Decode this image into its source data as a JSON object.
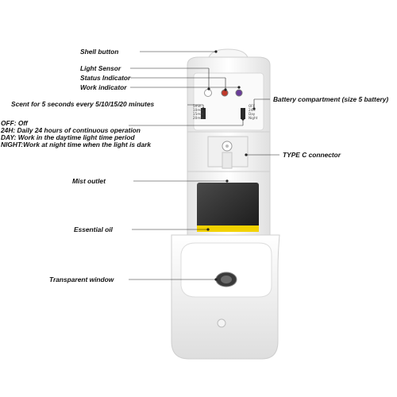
{
  "labels": {
    "shell_button": "Shell button",
    "light_sensor": "Light Sensor",
    "status_indicator": "Status Indicator",
    "work_indicator": "Work indicator",
    "scent_interval": "Scent for 5 seconds every 5/10/15/20 minutes",
    "battery_compartment": "Battery compartment (size 5 battery)",
    "mode_off": "OFF: Off",
    "mode_24h": "24H: Daily 24 hours of continuous operation",
    "mode_day": "DAY: Work in the daytime light time period",
    "mode_night": "NIGHT:Work at night time when the light is dark",
    "type_c": "TYPE C connector",
    "mist_outlet": "Mist outlet",
    "essential_oil": "Essential oil",
    "transparent_window": "Transparent window"
  },
  "switches": {
    "interval_options": "5min\n10min\n15min\n20min",
    "mode_options": "OFF\n24H\nDay\nNight"
  },
  "colors": {
    "body": "#f3f3f3",
    "outline": "#cfcfcf",
    "oil_window": "#2d2d2d",
    "oil_liquid": "#f2d200",
    "leader_line": "#222222",
    "indicator_red": "#c0392b",
    "indicator_purple": "#6a3d9a"
  }
}
